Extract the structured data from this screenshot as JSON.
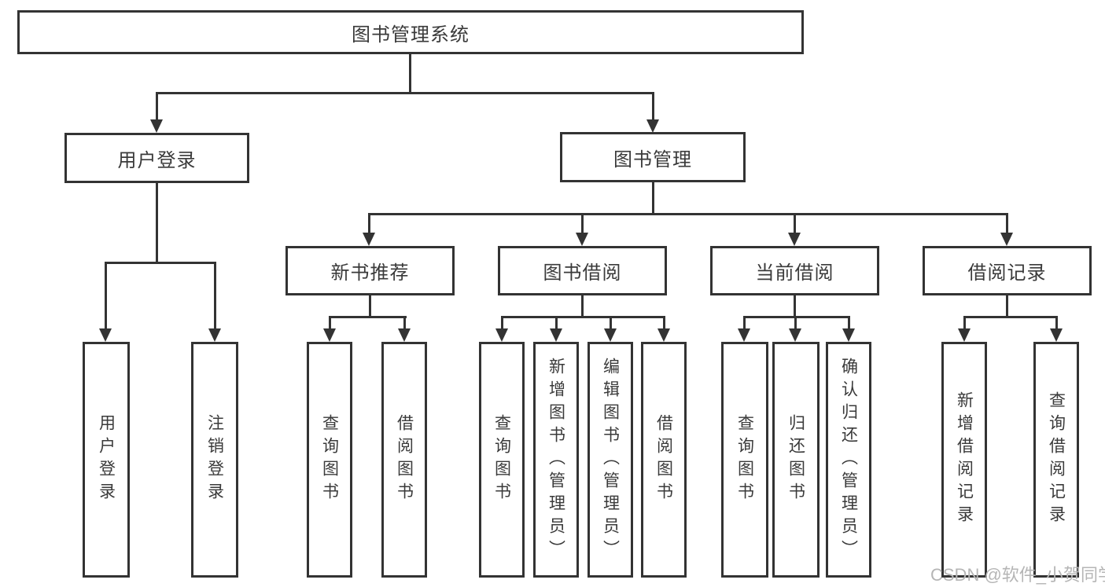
{
  "diagram_type": "functional-structure-tree",
  "colors": {
    "line": "#333333",
    "box_border": "#333333",
    "text": "#3a3a3a",
    "background": "#ffffff",
    "watermark": "#b5b5b5"
  },
  "watermark": {
    "text": "CSDN @软件_小贺同学"
  },
  "tree": {
    "label": "图书管理系统",
    "children": [
      {
        "label": "用户登录",
        "children": [
          {
            "label": "用户登录"
          },
          {
            "label": "注销登录"
          }
        ]
      },
      {
        "label": "图书管理",
        "children": [
          {
            "label": "新书推荐",
            "children": [
              {
                "label": "查询图书"
              },
              {
                "label": "借阅图书"
              }
            ]
          },
          {
            "label": "图书借阅",
            "children": [
              {
                "label": "查询图书"
              },
              {
                "label": "新增图书（管理员）"
              },
              {
                "label": "编辑图书（管理员）"
              },
              {
                "label": "借阅图书"
              }
            ]
          },
          {
            "label": "当前借阅",
            "children": [
              {
                "label": "查询图书"
              },
              {
                "label": "归还图书"
              },
              {
                "label": "确认归还（管理员）"
              }
            ]
          },
          {
            "label": "借阅记录",
            "children": [
              {
                "label": "新增借阅记录"
              },
              {
                "label": "查询借阅记录"
              }
            ]
          }
        ]
      }
    ]
  }
}
